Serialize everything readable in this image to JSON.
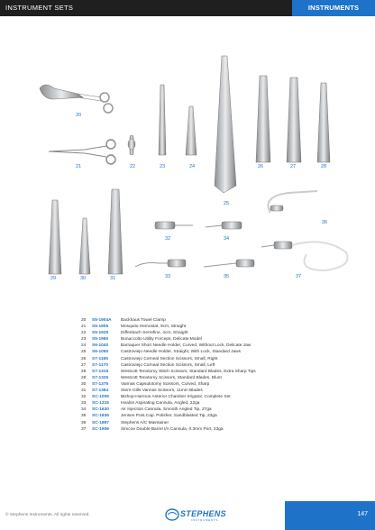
{
  "header": {
    "section": "INSTRUMENT SETS",
    "category": "INSTRUMENTS"
  },
  "figure_numbers": [
    "20",
    "21",
    "22",
    "23",
    "24",
    "25",
    "26",
    "27",
    "28",
    "29",
    "30",
    "31",
    "32",
    "33",
    "34",
    "35",
    "36",
    "37"
  ],
  "items": [
    {
      "num": "20",
      "code": "S5-1904A",
      "desc": "Backhaus Towel Clamp"
    },
    {
      "num": "21",
      "code": "S5-1905",
      "desc": "Mosquito Hemostat, 9cm, Straight"
    },
    {
      "num": "22",
      "code": "S5-1925",
      "desc": "Diffenbach Serrefine, 4cm, Straight"
    },
    {
      "num": "23",
      "code": "S5-1960",
      "desc": "Bonaccolto Utility Forceps, Delicate Model"
    },
    {
      "num": "24",
      "code": "S6-1040",
      "desc": "Barraquer Short Needle Holder, Curved, Without Lock, Delicate Jaw"
    },
    {
      "num": "25",
      "code": "S6-1050",
      "desc": "Castroviejo Needle Holder, Straight, With Lock, Standard Jaws"
    },
    {
      "num": "26",
      "code": "S7-1165",
      "desc": "Castroviejo Corneal Section Scissors, Small, Right"
    },
    {
      "num": "27",
      "code": "S7-1170",
      "desc": "Castroviejo Corneal Section Scissors, Small, Left"
    },
    {
      "num": "28",
      "code": "S7-1315",
      "desc": "Westcott Tenotomy Stitch Scissors, Standard Blades, Extra Sharp Tips"
    },
    {
      "num": "29",
      "code": "S7-1325",
      "desc": "Westcott Tenotomy Scissors, Standard Blades, Blunt"
    },
    {
      "num": "30",
      "code": "S7-1375",
      "desc": "Vannas Capsulotomy Scissors, Curved, Sharp"
    },
    {
      "num": "31",
      "code": "S7-1384",
      "desc": "Stern-Gills Vannas Scissors, 11mm Blades"
    },
    {
      "num": "32",
      "code": "SC-1005",
      "desc": "Bishop-Harmon Anterior Chamber Irrigator, Complete Set"
    },
    {
      "num": "33",
      "code": "SC-1315",
      "desc": "Healon Aspirating Cannula, Angled, 22ga"
    },
    {
      "num": "34",
      "code": "SC-1630",
      "desc": "Air Injection Cannula, Smooth Angled Tip, 27ga"
    },
    {
      "num": "35",
      "code": "SC-1835",
      "desc": "Jensen Post.Cap. Polisher, Sandblasted Tip, 23ga"
    },
    {
      "num": "36",
      "code": "SC-1887",
      "desc": "Stephens A/C Maintainer"
    },
    {
      "num": "37",
      "code": "SC-1906",
      "desc": "Simcoe Double Barrel I/A Cannula, 0.3mm Port, 23ga"
    }
  ],
  "footer": {
    "copyright": "© Stephens Instruments. All rights reserved.",
    "brand": "STEPHENS",
    "brand_sub": "INSTRUMENTS",
    "page": "147"
  }
}
